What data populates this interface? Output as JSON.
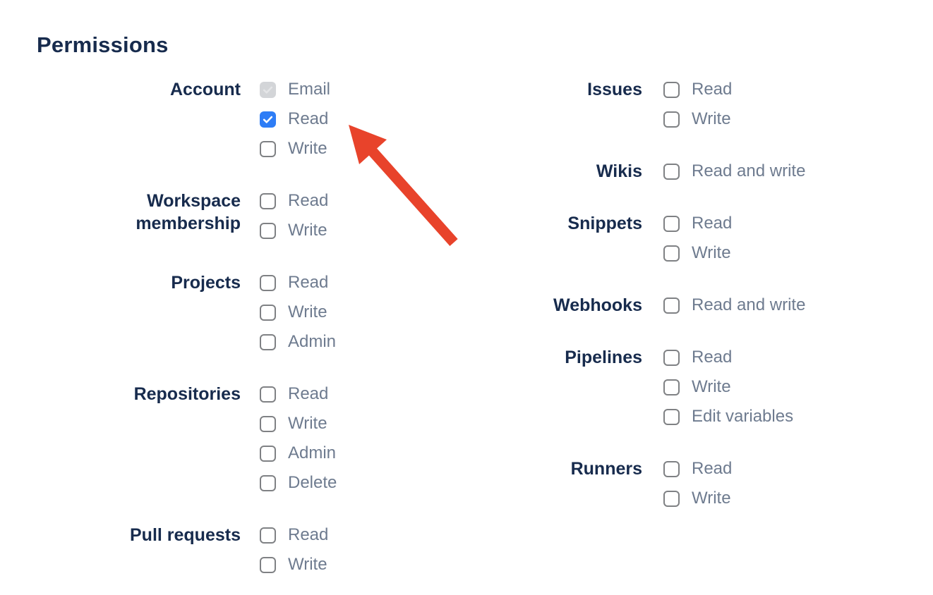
{
  "page": {
    "title": "Permissions"
  },
  "colors": {
    "heading_text": "#172B4D",
    "group_label_text": "#172B4D",
    "option_text": "#6E7B8F",
    "checkbox_border": "#7F8184",
    "checkbox_checked_bg": "#2E7DF6",
    "checkbox_disabled_bg": "#D3D5D8",
    "arrow": "#E8432B"
  },
  "groups_left": [
    {
      "label": "Account",
      "options": [
        {
          "label": "Email",
          "state": "checked_disabled"
        },
        {
          "label": "Read",
          "state": "checked"
        },
        {
          "label": "Write",
          "state": "unchecked"
        }
      ]
    },
    {
      "label": "Workspace membership",
      "options": [
        {
          "label": "Read",
          "state": "unchecked"
        },
        {
          "label": "Write",
          "state": "unchecked"
        }
      ]
    },
    {
      "label": "Projects",
      "options": [
        {
          "label": "Read",
          "state": "unchecked"
        },
        {
          "label": "Write",
          "state": "unchecked"
        },
        {
          "label": "Admin",
          "state": "unchecked"
        }
      ]
    },
    {
      "label": "Repositories",
      "options": [
        {
          "label": "Read",
          "state": "unchecked"
        },
        {
          "label": "Write",
          "state": "unchecked"
        },
        {
          "label": "Admin",
          "state": "unchecked"
        },
        {
          "label": "Delete",
          "state": "unchecked"
        }
      ]
    },
    {
      "label": "Pull requests",
      "options": [
        {
          "label": "Read",
          "state": "unchecked"
        },
        {
          "label": "Write",
          "state": "unchecked"
        }
      ]
    }
  ],
  "groups_right": [
    {
      "label": "Issues",
      "options": [
        {
          "label": "Read",
          "state": "unchecked"
        },
        {
          "label": "Write",
          "state": "unchecked"
        }
      ]
    },
    {
      "label": "Wikis",
      "options": [
        {
          "label": "Read and write",
          "state": "unchecked"
        }
      ]
    },
    {
      "label": "Snippets",
      "options": [
        {
          "label": "Read",
          "state": "unchecked"
        },
        {
          "label": "Write",
          "state": "unchecked"
        }
      ]
    },
    {
      "label": "Webhooks",
      "options": [
        {
          "label": "Read and write",
          "state": "unchecked"
        }
      ]
    },
    {
      "label": "Pipelines",
      "options": [
        {
          "label": "Read",
          "state": "unchecked"
        },
        {
          "label": "Write",
          "state": "unchecked"
        },
        {
          "label": "Edit variables",
          "state": "unchecked"
        }
      ]
    },
    {
      "label": "Runners",
      "options": [
        {
          "label": "Read",
          "state": "unchecked"
        },
        {
          "label": "Write",
          "state": "unchecked"
        }
      ]
    }
  ],
  "annotation": {
    "shape": "arrow",
    "color": "#E8432B",
    "points_at": "account-read-checkbox"
  }
}
